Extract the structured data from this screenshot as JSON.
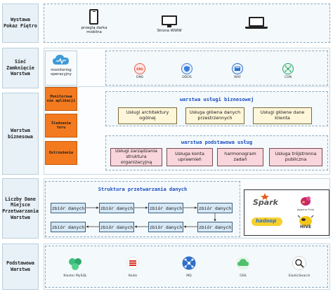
{
  "layers": {
    "display": "Wystawa Pokaz Piętro",
    "network": "Sieć Zamknięcie Warstwa",
    "business": "Warstwa biznesowa",
    "data": "Liczby Dane Miejsce Przetwarzania Warstwa",
    "base": "Podstawowa Warstwa"
  },
  "devices": {
    "mobile": "przeglą darka mobilna",
    "web": "Strona WWW",
    "laptop": ""
  },
  "network": {
    "monitor": "monitoring operacyjny",
    "services": [
      "DNS",
      "DDOS",
      "WAF",
      "CDN"
    ]
  },
  "business": {
    "orange": [
      "Monitorowa nie aplikacji",
      "Śledzenie toru",
      "Ostrzeżenie"
    ],
    "upper_title": "warstwa usługi biznesowej",
    "upper_items": [
      "Usługi architektury ogólnej",
      "Usługa główna danych przestrzennych",
      "Usługi główne dane klienta"
    ],
    "lower_title": "warstwa podstawowa usług",
    "lower_items": [
      "Usługi zarządzania struktura organizacyjną",
      "Usługa konta uprawnień",
      "harmonogram zadań",
      "Usługa trójstronna publiczna"
    ]
  },
  "data": {
    "title": "Struktura przetwarzania danych",
    "row1": [
      "zbiór danych",
      "zbiór danych",
      "zbiór danych",
      "zbiór danych"
    ],
    "row2": [
      "zbiór danych",
      "zbiór danych",
      "zbiór danych",
      "zbiór danych"
    ],
    "logos": {
      "spark": "Spark",
      "flink": "Apache Flink",
      "hadoop": "hadoop",
      "hive": "HIVE"
    }
  },
  "base": {
    "items": [
      "Klaster MySQL",
      "Redis",
      "MQ",
      "OSS",
      "ElasticSearch"
    ]
  },
  "colors": {
    "accent_blue": "#1a4fbf",
    "orange": "#f47a1f",
    "panel_border": "#8ca9bd"
  }
}
